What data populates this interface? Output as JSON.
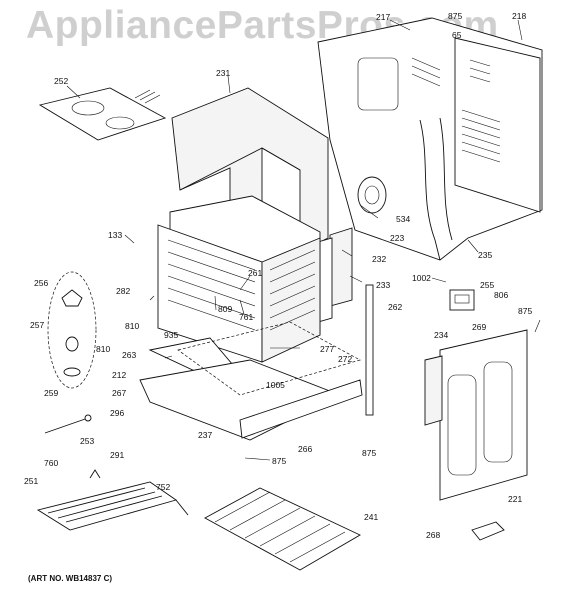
{
  "watermark": "AppliancePartsPros.com",
  "art_number": "(ART NO. WB14837 C)",
  "callouts": {
    "c217": "217",
    "c875a": "875",
    "c218": "218",
    "c65": "65",
    "c252": "252",
    "c231": "231",
    "c534": "534",
    "c223": "223",
    "c235": "235",
    "c133": "133",
    "c232": "232",
    "c233": "233",
    "c256": "256",
    "c261": "261",
    "c1002": "1002",
    "c255": "255",
    "c806": "806",
    "c282": "282",
    "c262": "262",
    "c875b": "875",
    "c257": "257",
    "c809": "809",
    "c761": "761",
    "c269": "269",
    "c810a": "810",
    "c810b": "810",
    "c935": "935",
    "c234": "234",
    "c277": "277",
    "c272": "272",
    "c263": "263",
    "c212": "212",
    "c1005": "1005",
    "c259": "259",
    "c267": "267",
    "c296": "296",
    "c237": "237",
    "c266": "266",
    "c875c": "875",
    "c253": "253",
    "c291": "291",
    "c875d": "875",
    "c760": "760",
    "c752": "752",
    "c251": "251",
    "c241": "241",
    "c221": "221",
    "c268": "268"
  }
}
